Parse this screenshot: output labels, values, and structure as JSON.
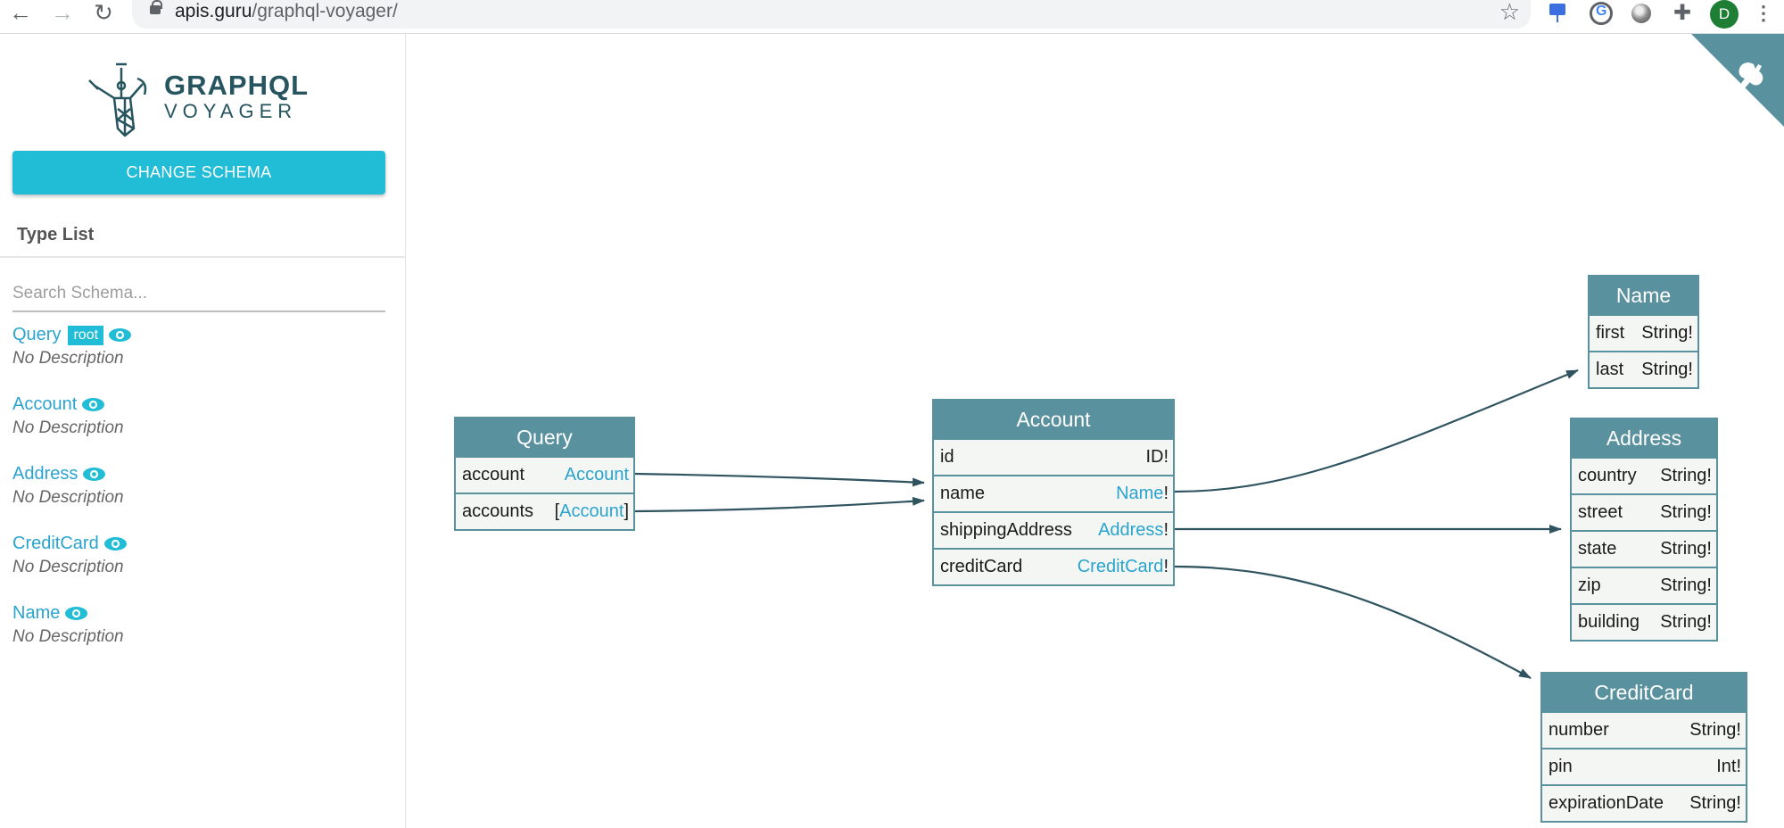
{
  "browser": {
    "url_host": "apis.guru",
    "url_path": "/graphql-voyager/",
    "avatar_initial": "D",
    "extension_g_letter": "G"
  },
  "sidebar": {
    "logo_title": "GRAPHQL",
    "logo_subtitle": "VOYAGER",
    "change_schema_label": "CHANGE SCHEMA",
    "type_list_title": "Type List",
    "search_placeholder": "Search Schema...",
    "types": [
      {
        "name": "Query",
        "badge": "root",
        "description": "No Description"
      },
      {
        "name": "Account",
        "description": "No Description"
      },
      {
        "name": "Address",
        "description": "No Description"
      },
      {
        "name": "CreditCard",
        "description": "No Description"
      },
      {
        "name": "Name",
        "description": "No Description"
      }
    ]
  },
  "graph": {
    "nodes": [
      {
        "title": "Query",
        "fields": [
          {
            "name": "account",
            "type": "Account",
            "prefix": "",
            "suffix": ""
          },
          {
            "name": "accounts",
            "type": "Account",
            "prefix": "[",
            "suffix": "]"
          }
        ]
      },
      {
        "title": "Account",
        "fields": [
          {
            "name": "id",
            "scalar": "ID!"
          },
          {
            "name": "name",
            "type": "Name",
            "suffix": "!"
          },
          {
            "name": "shippingAddress",
            "type": "Address",
            "suffix": "!"
          },
          {
            "name": "creditCard",
            "type": "CreditCard",
            "suffix": "!"
          }
        ]
      },
      {
        "title": "Name",
        "fields": [
          {
            "name": "first",
            "scalar": "String!"
          },
          {
            "name": "last",
            "scalar": "String!"
          }
        ]
      },
      {
        "title": "Address",
        "fields": [
          {
            "name": "country",
            "scalar": "String!"
          },
          {
            "name": "street",
            "scalar": "String!"
          },
          {
            "name": "state",
            "scalar": "String!"
          },
          {
            "name": "zip",
            "scalar": "String!"
          },
          {
            "name": "building",
            "scalar": "String!"
          }
        ]
      },
      {
        "title": "CreditCard",
        "fields": [
          {
            "name": "number",
            "scalar": "String!"
          },
          {
            "name": "pin",
            "scalar": "Int!"
          },
          {
            "name": "expirationDate",
            "scalar": "String!"
          }
        ]
      }
    ]
  },
  "colors": {
    "accent": "#21bcd5",
    "link": "#2aa4cf",
    "node_header": "#5a919e",
    "edge": "#2f5460"
  }
}
